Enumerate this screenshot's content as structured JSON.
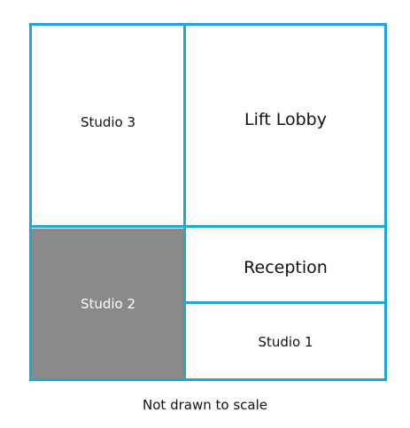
{
  "rooms": {
    "studio3": "Studio 3",
    "lift_lobby": "Lift Lobby",
    "studio2": "Studio 2",
    "reception": "Reception",
    "studio1": "Studio 1"
  },
  "caption": "Not drawn to scale",
  "colors": {
    "wall": "#1aa7e0",
    "highlight_room": "#8a8a8a",
    "background": "#ffffff"
  }
}
